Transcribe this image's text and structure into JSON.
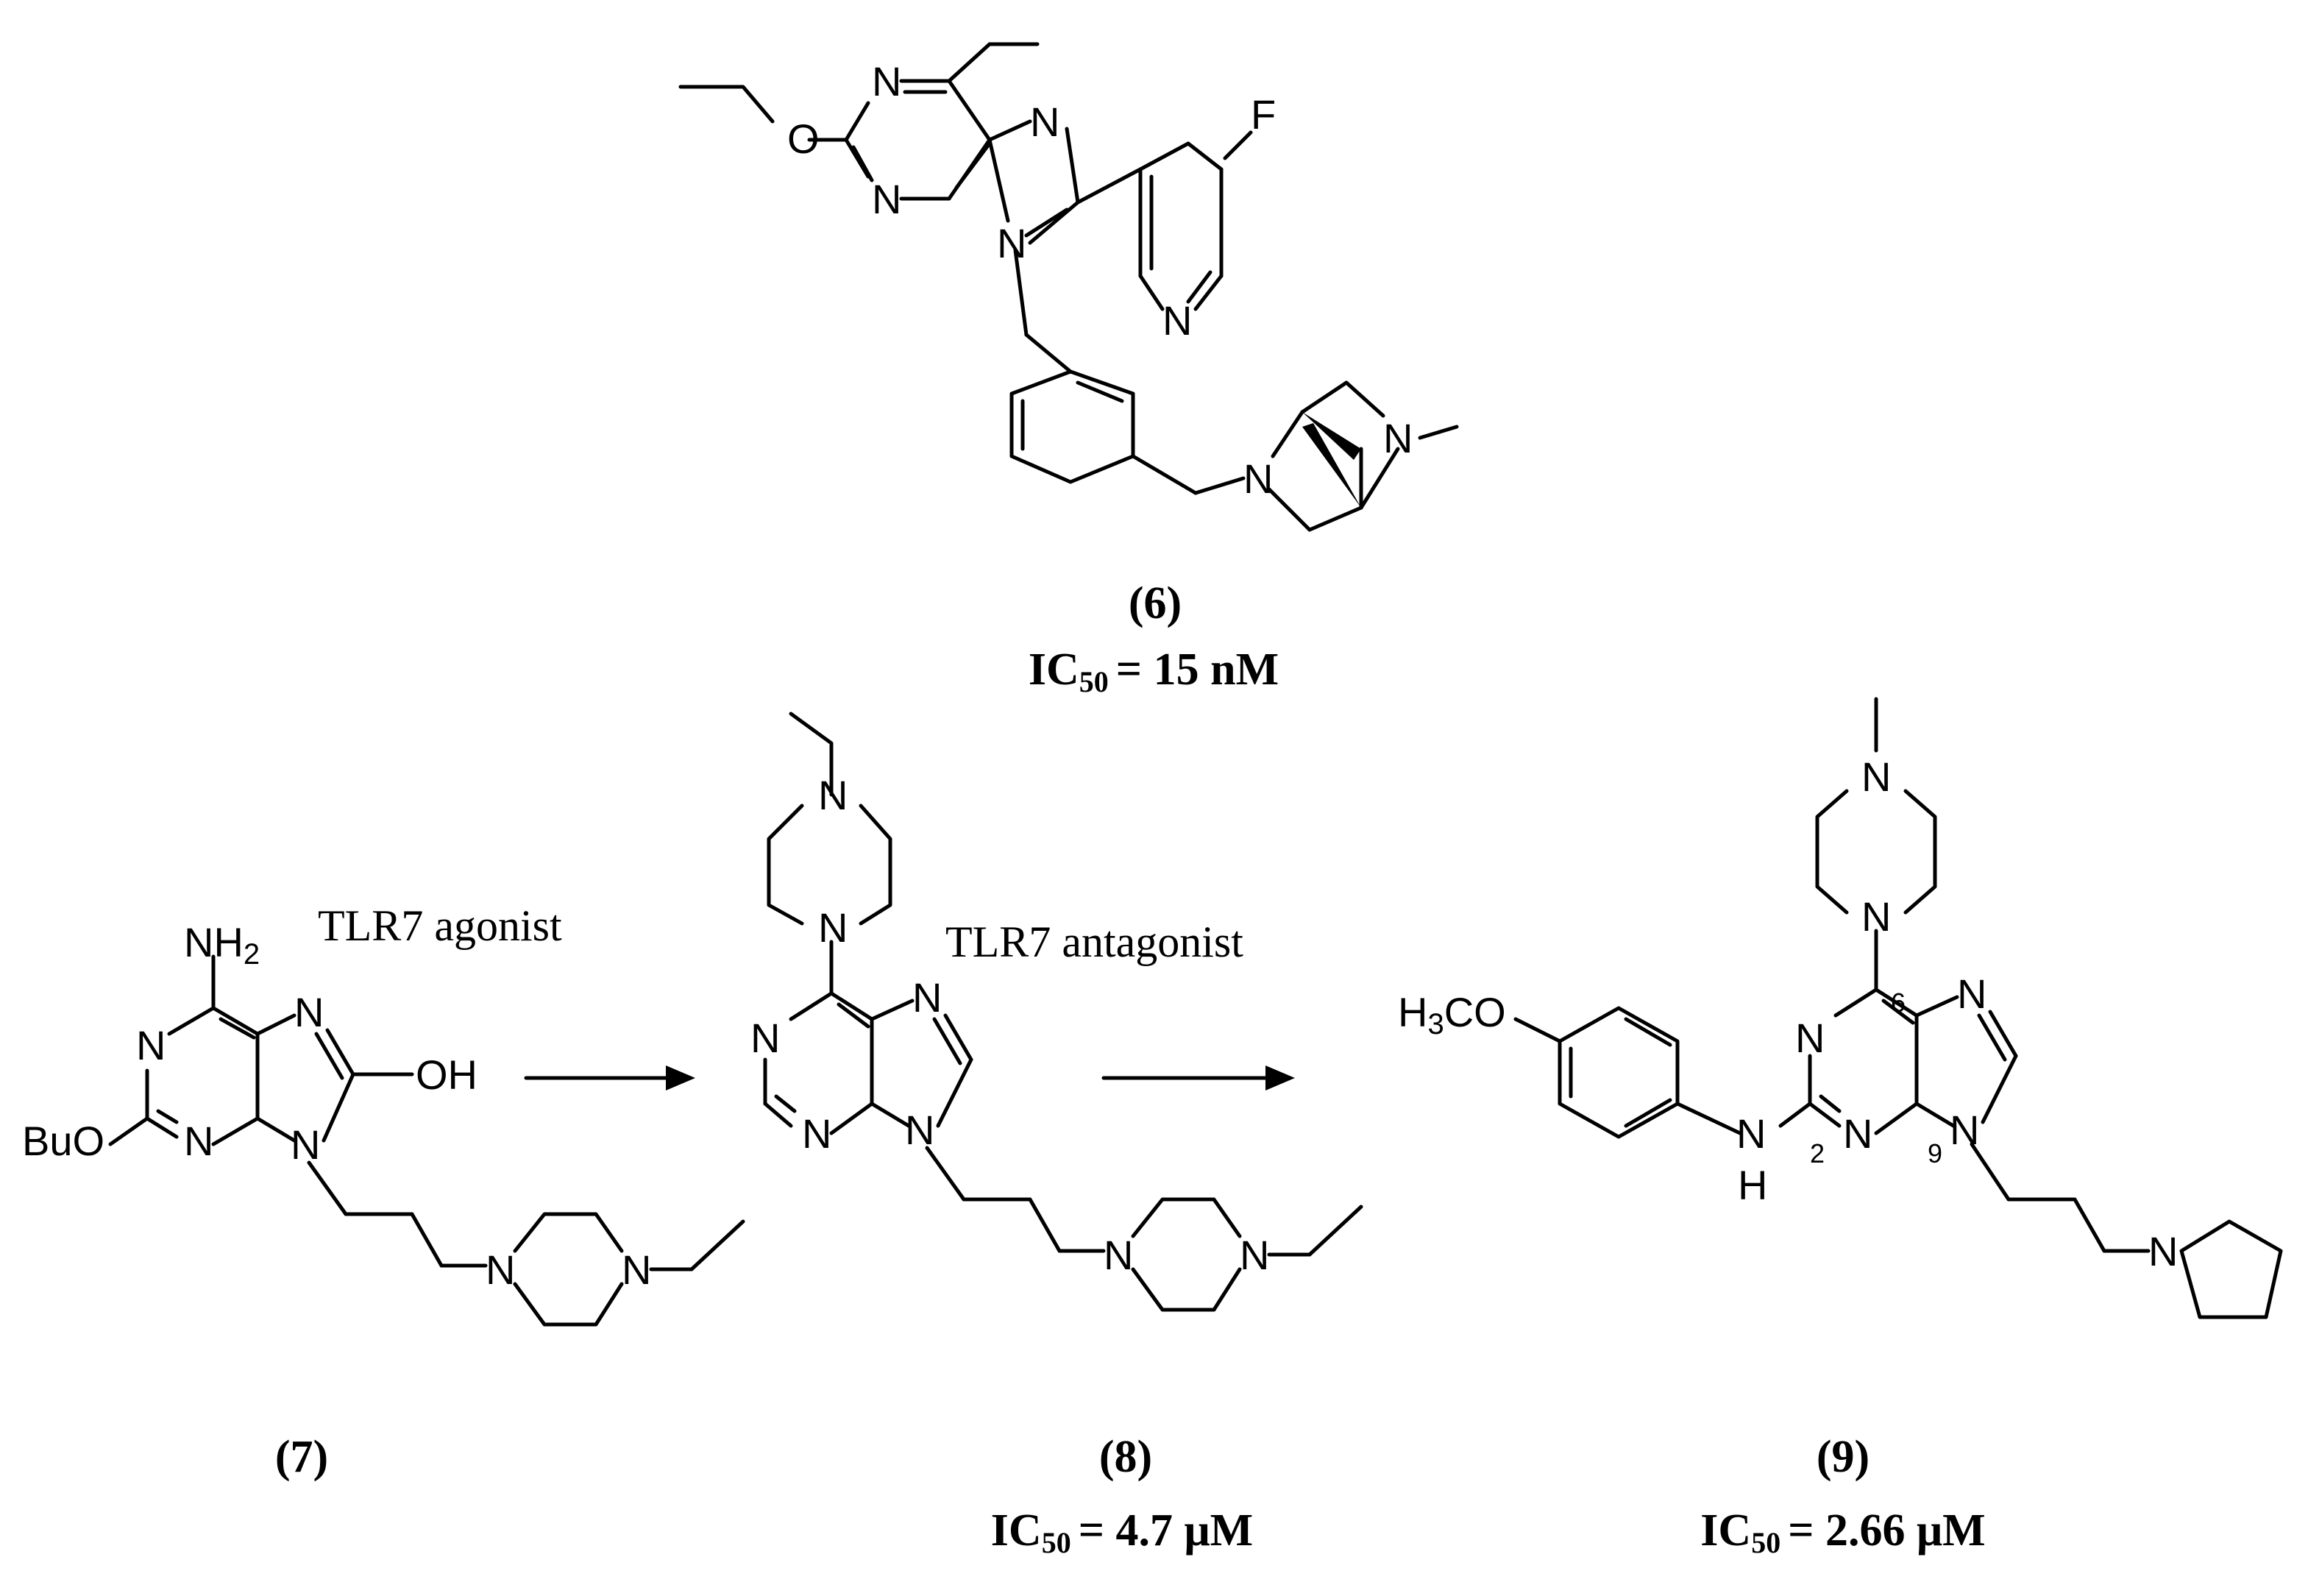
{
  "compounds": [
    {
      "id": "cmpd6",
      "label": "(6)",
      "ic50": "IC50 = 15 nM",
      "ic50_sub": "50",
      "ic50_value": "= 15 nM"
    },
    {
      "id": "cmpd7",
      "label": "(7)"
    },
    {
      "id": "cmpd8",
      "label": "(8)",
      "ic50_value": "= 4.7 μM",
      "ic50_sub": "50"
    },
    {
      "id": "cmpd9",
      "label": "(9)",
      "ic50_value": "= 2.66 μM",
      "ic50_sub": "50"
    }
  ],
  "ic50_prefix": "IC",
  "arrows": [
    {
      "label": "TLR7 agonist"
    },
    {
      "label": "TLR7 antagonist"
    }
  ],
  "atoms": {
    "N": "N",
    "O": "O",
    "F": "F",
    "H": "H",
    "OH": "OH",
    "NH2": "NH",
    "NH2_sub": "2",
    "BuO": "BuO",
    "H3CO": "H",
    "H3CO_sub": "3",
    "H3CO_rest": "CO",
    "pos2": "2",
    "pos6": "6",
    "pos9": "9"
  }
}
